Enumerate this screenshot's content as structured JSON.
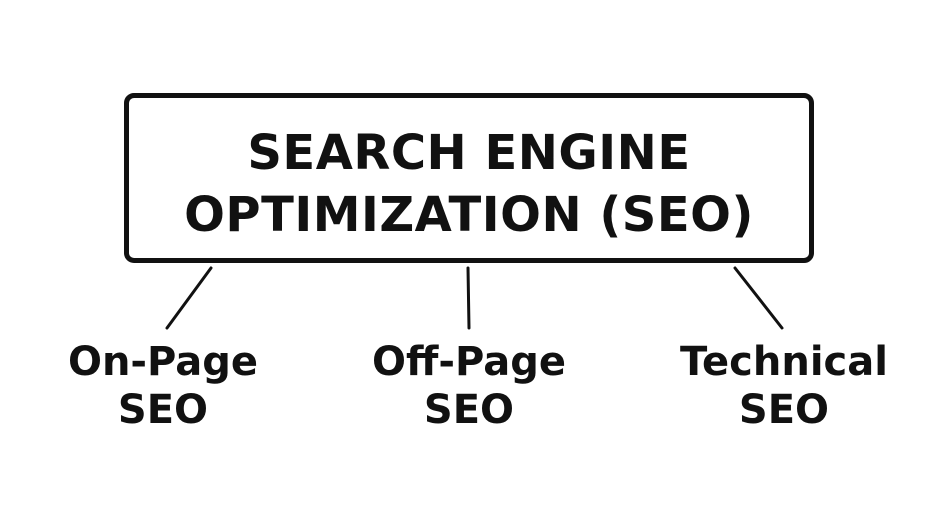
{
  "main": {
    "line1": "SEARCH ENGINE",
    "line2": "OPTIMIZATION (SEO)"
  },
  "branches": [
    {
      "line1": "On-Page",
      "line2": "SEO"
    },
    {
      "line1": "Off-Page",
      "line2": "SEO"
    },
    {
      "line1": "Technical",
      "line2": "SEO"
    }
  ],
  "colors": {
    "ink": "#111111",
    "background": "#ffffff"
  }
}
